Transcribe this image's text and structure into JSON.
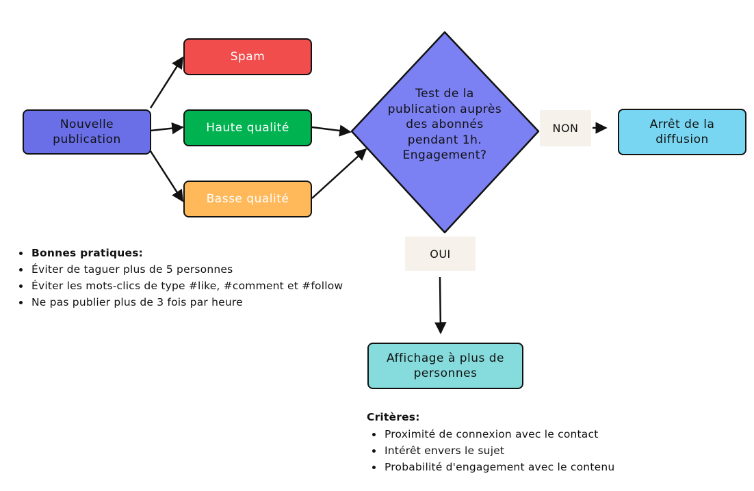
{
  "nodes": {
    "new_post": {
      "label": "Nouvelle publication",
      "color": "#6a6fe8"
    },
    "spam": {
      "label": "Spam",
      "color": "#f24d4d"
    },
    "high_quality": {
      "label": "Haute qualité",
      "color": "#00b250"
    },
    "low_quality": {
      "label": "Basse qualité",
      "color": "#ffb85a"
    },
    "decision": {
      "label": "Test de la publication auprès des abonnés pendant 1h. Engagement?",
      "color": "#7b80f2"
    },
    "stop": {
      "label": "Arrêt de la diffusion",
      "color": "#78d6f2"
    },
    "wider_display": {
      "label": "Affichage à plus de personnes",
      "color": "#86dcdc"
    }
  },
  "edge_labels": {
    "no": {
      "label": "NON",
      "color": "#f6f1ea"
    },
    "yes": {
      "label": "OUI",
      "color": "#f6f1ea"
    }
  },
  "best_practices": {
    "title": "Bonnes pratiques:",
    "items": [
      "Éviter de taguer plus de 5 personnes",
      "Éviter les mots-clics de type #like, #comment et #follow",
      "Ne pas publier plus de 3 fois par heure"
    ]
  },
  "criteria": {
    "title": "Critères:",
    "items": [
      "Proximité de connexion avec le contact",
      "Intérêt envers le sujet",
      "Probabilité d'engagement avec le contenu"
    ]
  }
}
